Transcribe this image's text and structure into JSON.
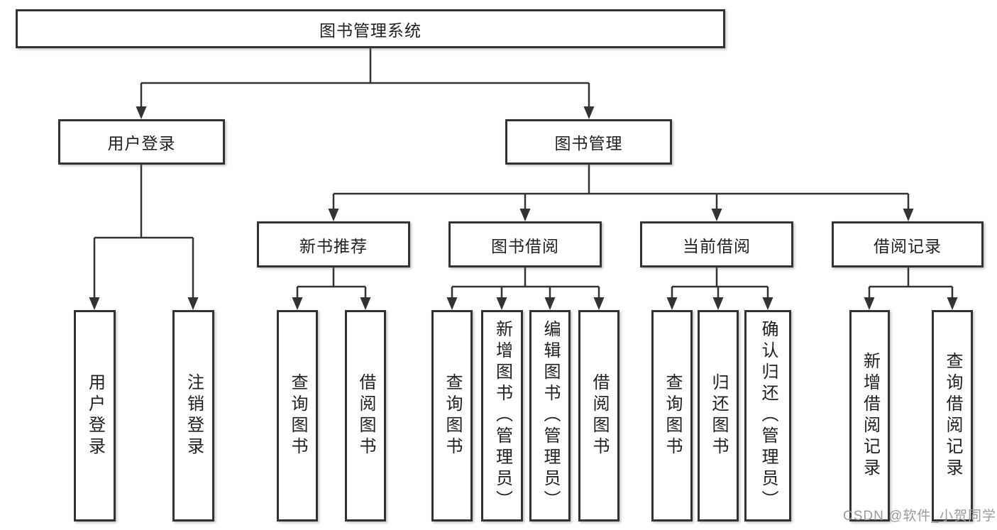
{
  "diagram": {
    "title": "图书管理系统",
    "branches": [
      {
        "label": "用户登录",
        "children": [
          "用户登录",
          "注销登录"
        ]
      },
      {
        "label": "图书管理",
        "subbranches": [
          {
            "label": "新书推荐",
            "children": [
              "查询图书",
              "借阅图书"
            ]
          },
          {
            "label": "图书借阅",
            "children": [
              "查询图书",
              "新增图书（管理员）",
              "编辑图书（管理员）",
              "借阅图书"
            ]
          },
          {
            "label": "当前借阅",
            "children": [
              "查询图书",
              "归还图书",
              "确认归还（管理员）"
            ]
          },
          {
            "label": "借阅记录",
            "children": [
              "新增借阅记录",
              "查询借阅记录"
            ]
          }
        ]
      }
    ]
  },
  "watermark": {
    "text": "CSDN @软件_小贺同学"
  },
  "colors": {
    "background": "#ffffff",
    "box_fill": "#ffffff",
    "box_border": "#333333",
    "connector": "#333333",
    "text": "#1f1f1f",
    "watermark": "#9b9b9b"
  }
}
